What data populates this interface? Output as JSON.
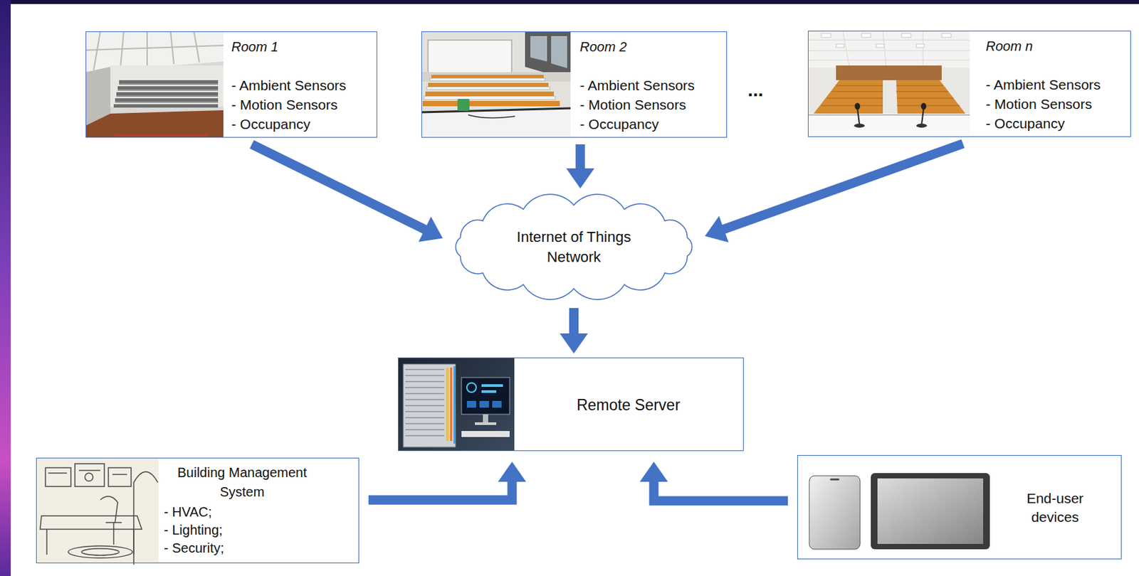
{
  "diagram": {
    "nodes": [
      {
        "text": [
          "Room 1",
          "- Ambient Sensors",
          "- Motion Sensors",
          "- Occupancy"
        ]
      },
      {
        "text": [
          "Room 2",
          "- Ambient Sensors",
          "- Motion Sensors",
          "- Occupancy"
        ]
      },
      {
        "text": [
          "Room n",
          "- Ambient Sensors",
          "- Motion Sensors",
          "- Occupancy"
        ]
      },
      {
        "text": [
          "Internet of Things Network"
        ]
      },
      {
        "text": [
          "Remote Server"
        ]
      },
      {
        "text": [
          "Building Management System",
          "- HVAC;",
          "- Lighting;",
          "- Security;"
        ]
      },
      {
        "text": [
          "End-user devices"
        ]
      }
    ],
    "edges": [
      {
        "from": 0,
        "to": 3,
        "arrow": "to"
      },
      {
        "from": 1,
        "to": 3,
        "arrow": "to"
      },
      {
        "from": 2,
        "to": 3,
        "arrow": "to"
      },
      {
        "from": 3,
        "to": 4,
        "arrow": "to"
      },
      {
        "from": 5,
        "to": 4,
        "arrow": "to"
      },
      {
        "from": 6,
        "to": 4,
        "arrow": "to"
      }
    ],
    "labels": [
      "..."
    ]
  }
}
